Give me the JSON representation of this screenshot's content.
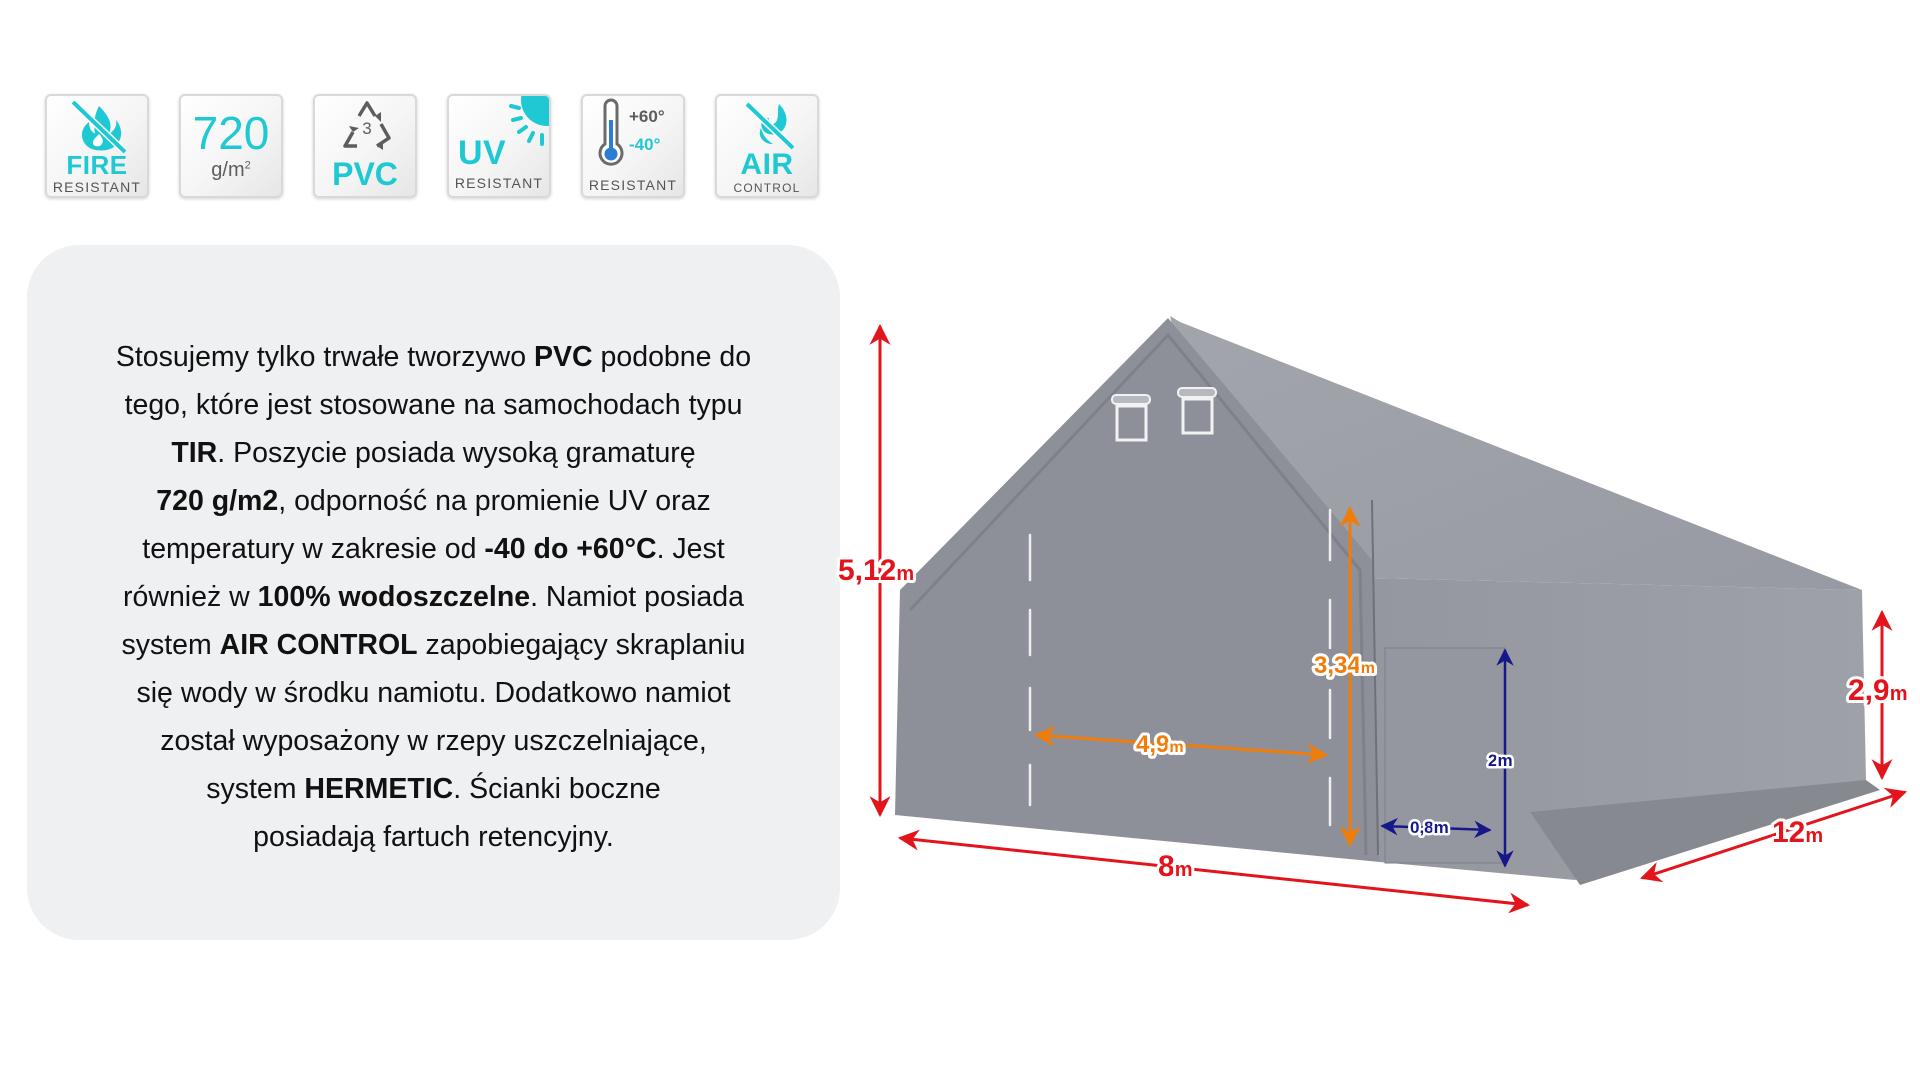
{
  "badges": [
    {
      "id": "fire",
      "icon": "no-fire-icon",
      "main": "FIRE",
      "sub": "RESISTANT"
    },
    {
      "id": "weight",
      "icon": "none",
      "main": "720",
      "sub": "g/m",
      "sup": "2"
    },
    {
      "id": "pvc",
      "icon": "recycle-3-icon",
      "code": "3",
      "main": "PVC"
    },
    {
      "id": "uv",
      "icon": "sun-icon",
      "main": "UV",
      "sub": "RESISTANT"
    },
    {
      "id": "temp",
      "icon": "thermometer-icon",
      "hot": "+60°",
      "cold": "-40°",
      "sub": "RESISTANT"
    },
    {
      "id": "air",
      "icon": "no-drop-icon",
      "main": "AIR",
      "sub": "CONTROL"
    }
  ],
  "description": {
    "lines": [
      [
        {
          "t": "Stosujemy tylko trwałe tworzywo "
        },
        {
          "t": "PVC",
          "b": true
        },
        {
          "t": " podobne do"
        }
      ],
      [
        {
          "t": "tego, które jest stosowane na samochodach typu"
        }
      ],
      [
        {
          "t": "TIR",
          "b": true
        },
        {
          "t": ". Poszycie posiada wysoką gramaturę"
        }
      ],
      [
        {
          "t": "720 g/m2",
          "b": true
        },
        {
          "t": ", odporność na promienie UV oraz"
        }
      ],
      [
        {
          "t": "temperatury w zakresie od "
        },
        {
          "t": "-40 do +60°C",
          "b": true
        },
        {
          "t": ". Jest"
        }
      ],
      [
        {
          "t": "również w "
        },
        {
          "t": "100% wodoszczelne",
          "b": true
        },
        {
          "t": ". Namiot posiada"
        }
      ],
      [
        {
          "t": "system "
        },
        {
          "t": "AIR CONTROL",
          "b": true
        },
        {
          "t": " zapobiegający skraplaniu"
        }
      ],
      [
        {
          "t": "się wody w środku namiotu. Dodatkowo namiot"
        }
      ],
      [
        {
          "t": "został wyposażony w rzepy uszczelniające,"
        }
      ],
      [
        {
          "t": "system "
        },
        {
          "t": "HERMETIC",
          "b": true
        },
        {
          "t": ". Ścianki boczne"
        }
      ],
      [
        {
          "t": "posiadają fartuch retencyjny."
        }
      ]
    ]
  },
  "tent": {
    "dimensions": {
      "total_height": {
        "value": "5,12",
        "unit": "m"
      },
      "front_width": {
        "value": "8",
        "unit": "m"
      },
      "length": {
        "value": "12",
        "unit": "m"
      },
      "side_height": {
        "value": "2,9",
        "unit": "m"
      },
      "door_height": {
        "value": "3,34",
        "unit": "m"
      },
      "door_width": {
        "value": "4,9",
        "unit": "m"
      },
      "side_door_height": {
        "value": "2",
        "unit": "m"
      },
      "side_door_width": {
        "value": "0,8",
        "unit": "m"
      }
    },
    "colors": {
      "main_dimension": "#e3141b",
      "door_dimension": "#f07c0a",
      "side_door_dimension": "#16188a",
      "tarpaulin": "#8e9099"
    }
  },
  "colors": {
    "accent": "#1fc9d3",
    "panel_bg": "#eff0f2",
    "text": "#111111"
  }
}
